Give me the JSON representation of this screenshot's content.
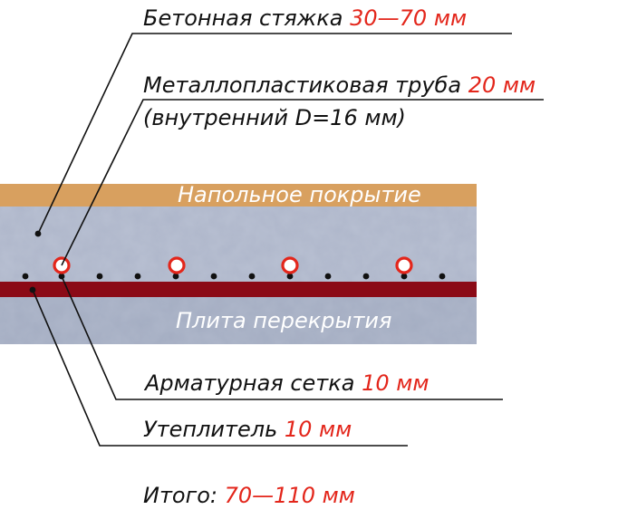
{
  "colors": {
    "floor": "#d8a05f",
    "screed": "#aeb6ca",
    "insulation": "#8b0a16",
    "slab": "#a4adc2",
    "accent": "#e3261b",
    "line": "#111111"
  },
  "layers": {
    "floor_label": "Напольное покрытие",
    "slab_label": "Плита перекрытия"
  },
  "labels": {
    "screed": {
      "text": "Бетонная стяжка ",
      "value": "30—70 мм"
    },
    "pipe": {
      "text": "Металлопластиковая труба ",
      "value": "20 мм",
      "line2": "(внутренний D=16 мм)"
    },
    "mesh": {
      "text": "Арматурная сетка ",
      "value": "10 мм"
    },
    "insulation": {
      "text": "Утеплитель ",
      "value": "10 мм"
    },
    "total": {
      "text": "Итого: ",
      "value": "70—110 мм"
    }
  }
}
